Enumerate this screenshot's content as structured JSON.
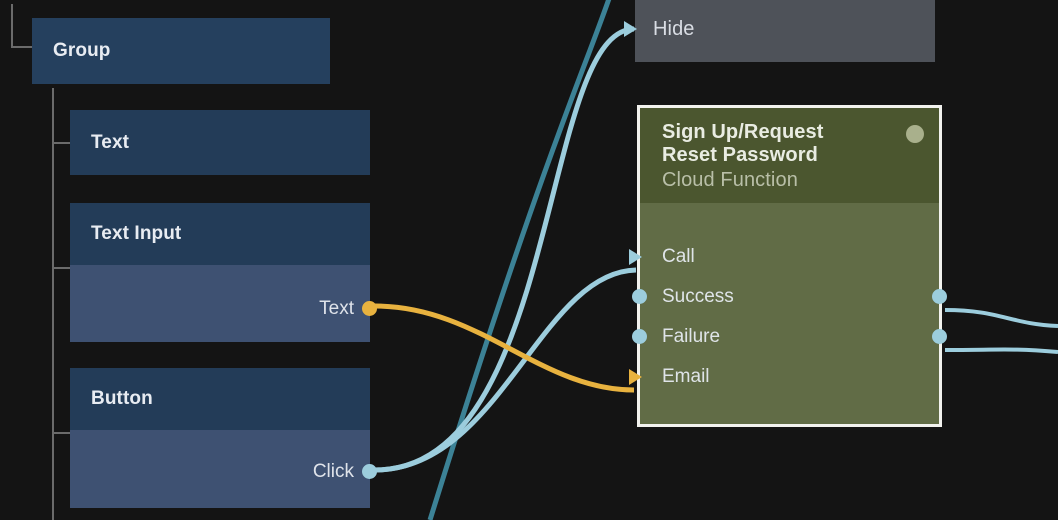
{
  "canvas": {
    "background_color": "#141414",
    "wire_colors": {
      "exec_light": "#9ccddd",
      "exec_dark": "#3c8296",
      "data_string": "#e8b23f"
    }
  },
  "nodes": [
    {
      "id": "group",
      "title": "Group",
      "kind": "group-node",
      "color": "#25405e"
    },
    {
      "id": "text",
      "title": "Text",
      "kind": "widget-node",
      "header_color": "#233c58",
      "body_color": "#3e5172",
      "ports": []
    },
    {
      "id": "text-input",
      "title": "Text Input",
      "kind": "widget-node",
      "header_color": "#233c58",
      "body_color": "#3e5172",
      "ports": [
        {
          "name": "Text",
          "direction": "output",
          "type": "string",
          "color": "#e8b23f"
        }
      ]
    },
    {
      "id": "button",
      "title": "Button",
      "kind": "widget-node",
      "header_color": "#233c58",
      "body_color": "#3e5172",
      "ports": [
        {
          "name": "Click",
          "direction": "output",
          "type": "exec",
          "color": "#9ccddd"
        }
      ]
    },
    {
      "id": "hide",
      "title": "Hide",
      "kind": "action-node",
      "color": "#4e5259",
      "ports": [
        {
          "name": "Hide",
          "direction": "input",
          "type": "exec",
          "color": "#9ccddd"
        }
      ]
    },
    {
      "id": "cloud-function",
      "title": "Sign Up/Request Reset Password",
      "subtitle": "Cloud Function",
      "kind": "cloud-function-node",
      "header_color": "#4b562f",
      "body_color": "#616c46",
      "border_color": "#f2f2ee",
      "status_dot_color": "#a9b08c",
      "selected": true,
      "ports": [
        {
          "name": "Call",
          "direction": "input",
          "type": "exec",
          "color": "#9ccddd"
        },
        {
          "name": "Success",
          "direction": "input",
          "type": "exec",
          "color": "#9ccddd"
        },
        {
          "name": "Failure",
          "direction": "input",
          "type": "exec",
          "color": "#9ccddd"
        },
        {
          "name": "Email",
          "direction": "input",
          "type": "string",
          "color": "#e8b23f"
        },
        {
          "name": "",
          "direction": "output",
          "type": "exec",
          "color": "#9ccddd"
        },
        {
          "name": "",
          "direction": "output",
          "type": "exec",
          "color": "#9ccddd"
        }
      ]
    }
  ],
  "labels": {
    "group": "Group",
    "text": "Text",
    "text_input": "Text Input",
    "text_input_port": "Text",
    "button": "Button",
    "button_port": "Click",
    "hide": "Hide",
    "cf_title_line1": "Sign Up/Request",
    "cf_title_line2": "Reset Password",
    "cf_subtitle": "Cloud Function",
    "cf_port_call": "Call",
    "cf_port_success": "Success",
    "cf_port_failure": "Failure",
    "cf_port_email": "Email"
  },
  "connections": [
    {
      "from": "button.Click",
      "to": "hide.Hide",
      "color": "#9ccddd"
    },
    {
      "from": "button.Click",
      "to": "cloud-function.Call",
      "color": "#9ccddd"
    },
    {
      "from": "text-input.Text",
      "to": "cloud-function.Email",
      "color": "#e8b23f"
    },
    {
      "from": "offscreen",
      "to": "offscreen-bottom",
      "color": "#3c8296"
    },
    {
      "from": "cloud-function.out1",
      "to": "offscreen-right",
      "color": "#9ccddd"
    },
    {
      "from": "cloud-function.out2",
      "to": "offscreen-right",
      "color": "#9ccddd"
    }
  ]
}
